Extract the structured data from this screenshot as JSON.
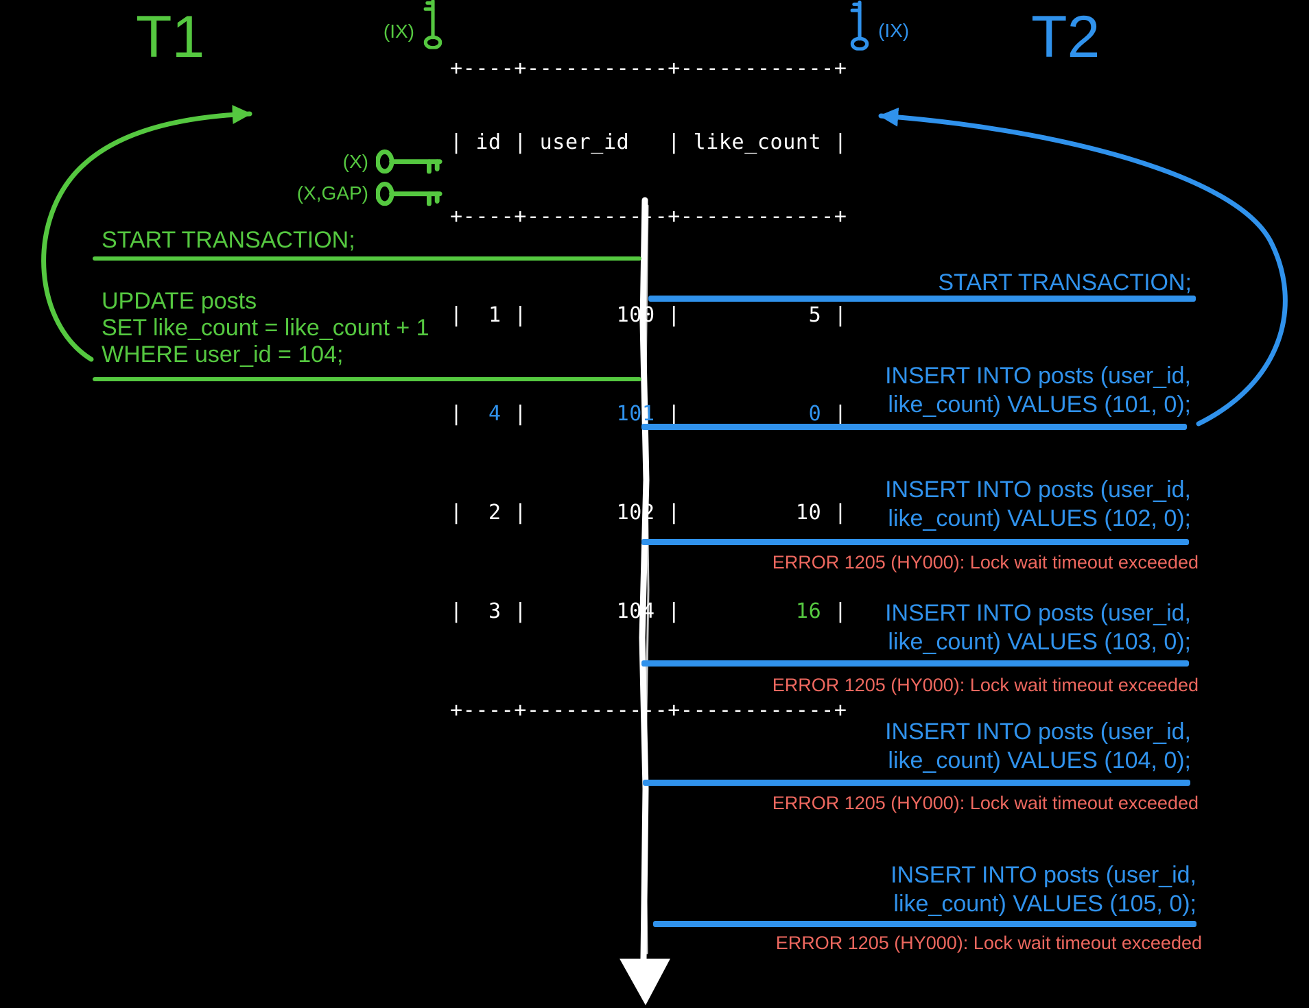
{
  "palette": {
    "background": "#000000",
    "green": "#55c840",
    "blue": "#3092ec",
    "red": "#ee685f",
    "white": "#ffffff"
  },
  "labels": {
    "t1": "T1",
    "t2": "T2"
  },
  "locks": {
    "t1_intent": "(IX)",
    "t2_intent": "(IX)",
    "record": "(X)",
    "gap": "(X,GAP)"
  },
  "ascii_table": {
    "border_top": "+----+-----------+------------+",
    "header": "| id | user_id   | like_count |",
    "border_mid": "+----+-----------+------------+",
    "border_bottom": "+----+-----------+------------+",
    "sep_open": "| ",
    "sep_mid": " | ",
    "sep_close": " |",
    "rows": [
      {
        "id": " 1",
        "user_id": "      100",
        "like_count": "         5"
      },
      {
        "id": " 4",
        "user_id": "      101",
        "like_count": "         0"
      },
      {
        "id": " 2",
        "user_id": "      102",
        "like_count": "        10"
      },
      {
        "id": " 3",
        "user_id": "      104",
        "like_count": "        16"
      }
    ]
  },
  "t1_panel": {
    "start": "START TRANSACTION;",
    "update_lines": [
      "UPDATE posts",
      "SET like_count = like_count + 1",
      "WHERE user_id = 104;"
    ]
  },
  "t2_panel": {
    "start": "START TRANSACTION;",
    "inserts": [
      {
        "line1": "INSERT INTO posts (user_id,",
        "line2": "like_count) VALUES (101, 0);"
      },
      {
        "line1": "INSERT INTO posts (user_id,",
        "line2": "like_count) VALUES (102, 0);",
        "error": "ERROR 1205 (HY000): Lock wait timeout exceeded"
      },
      {
        "line1": "INSERT INTO posts (user_id,",
        "line2": "like_count) VALUES (103, 0);",
        "error": "ERROR 1205 (HY000): Lock wait timeout exceeded"
      },
      {
        "line1": "INSERT INTO posts (user_id,",
        "line2": "like_count) VALUES (104, 0);",
        "error": "ERROR 1205 (HY000): Lock wait timeout exceeded"
      },
      {
        "line1": "INSERT INTO posts (user_id,",
        "line2": "like_count) VALUES (105, 0);",
        "error": "ERROR 1205 (HY000): Lock wait timeout exceeded"
      }
    ]
  }
}
